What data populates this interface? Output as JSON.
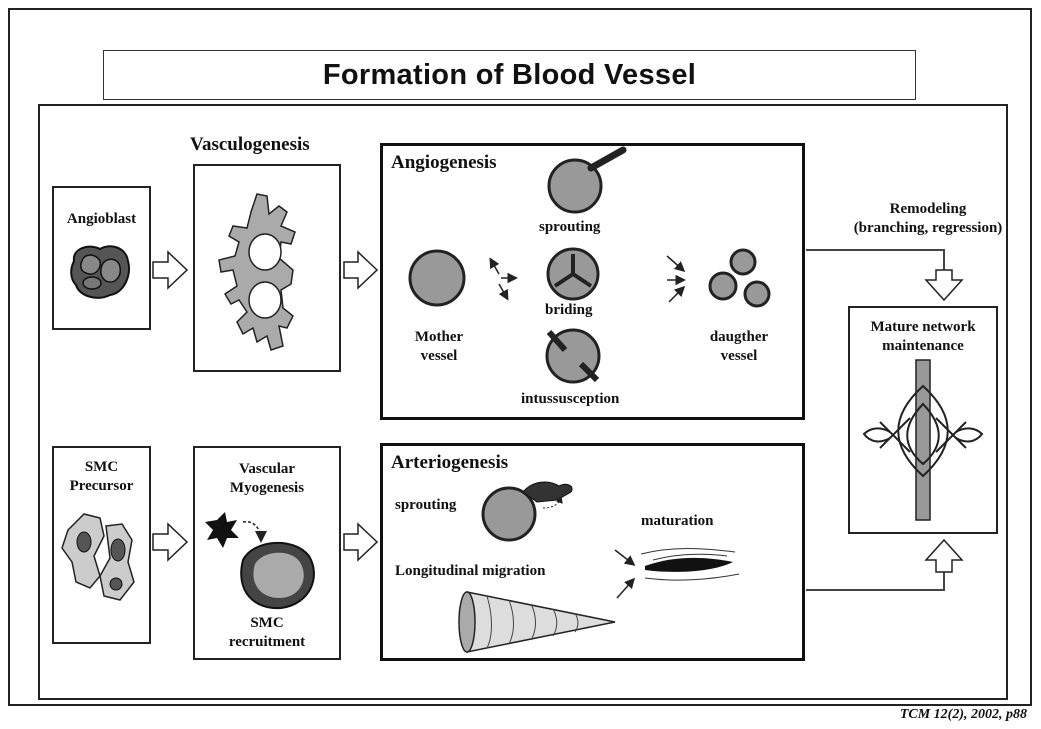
{
  "title": "Formation of Blood Vessel",
  "citation": "TCM 12(2), 2002, p88",
  "top_row": {
    "angioblast": "Angioblast",
    "vasculogenesis": "Vasculogenesis",
    "angiogenesis": {
      "heading": "Angiogenesis",
      "sprouting": "sprouting",
      "briding": "briding",
      "intussusception": "intussusception",
      "mother_line1": "Mother",
      "mother_line2": "vessel",
      "daughter_line1": "daugther",
      "daughter_line2": "vessel"
    },
    "remodeling_line1": "Remodeling",
    "remodeling_line2": "(branching, regression)"
  },
  "right_panel": {
    "line1": "Mature network",
    "line2": "maintenance"
  },
  "bottom_row": {
    "smc_line1": "SMC",
    "smc_line2": "Precursor",
    "myogenesis_line1": "Vascular",
    "myogenesis_line2": "Myogenesis",
    "recruit_line1": "SMC",
    "recruit_line2": "recruitment",
    "arteriogenesis": {
      "heading": "Arteriogenesis",
      "sprouting": "sprouting",
      "longitudinal": "Longitudinal migration",
      "maturation": "maturation"
    }
  }
}
